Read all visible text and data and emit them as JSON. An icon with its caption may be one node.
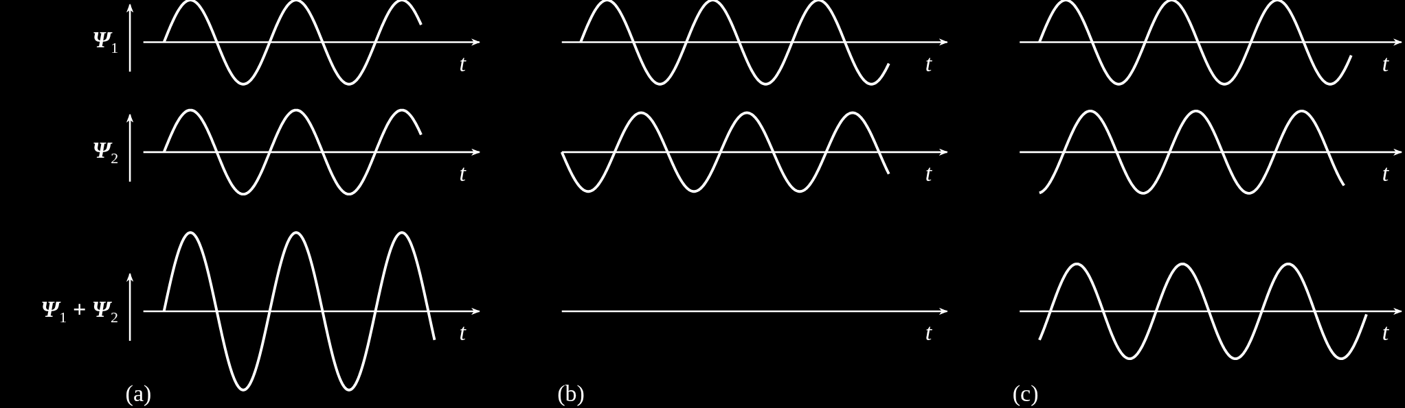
{
  "diagram": {
    "labels": [
      "Ψ$_{1}$",
      "t",
      "t",
      "t",
      "Ψ$_{2}$",
      "t",
      "t",
      "t",
      "Ψ$_{1}$ + Ψ$_{2}$",
      "t",
      "t",
      "t",
      "(a)",
      "(b)",
      "(c)"
    ]
  }
}
